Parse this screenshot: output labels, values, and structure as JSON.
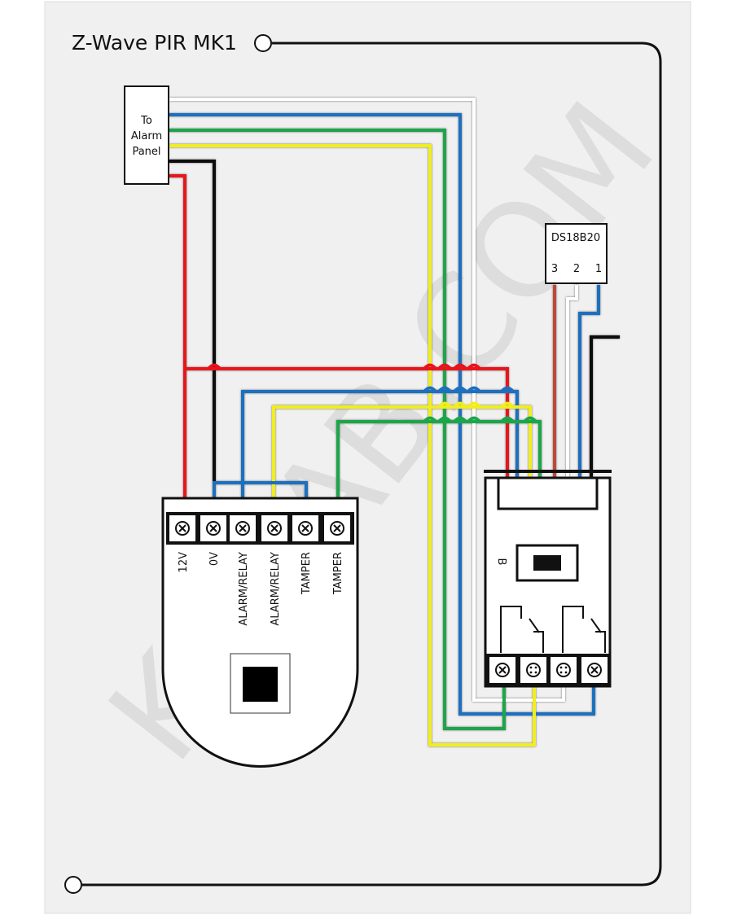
{
  "title": "Z-Wave PIR MK1",
  "watermark": "K2AAB.COM",
  "alarm_panel": {
    "lines": [
      "To",
      "Alarm",
      "Panel"
    ]
  },
  "sensor": {
    "name": "DS18B20",
    "pins": [
      "3",
      "2",
      "1"
    ]
  },
  "pir_terminals": [
    "12V",
    "0V",
    "ALARM/RELAY",
    "ALARM/RELAY",
    "TAMPER",
    "TAMPER"
  ],
  "zwave_module": {
    "label": "B"
  },
  "wire_colors": {
    "red": "#e8141c",
    "black": "#111111",
    "blue": "#1e6fc0",
    "yellow": "#f2ee1c",
    "green": "#1aa64a",
    "white": "#ffffff",
    "brown": "#c0473a"
  }
}
